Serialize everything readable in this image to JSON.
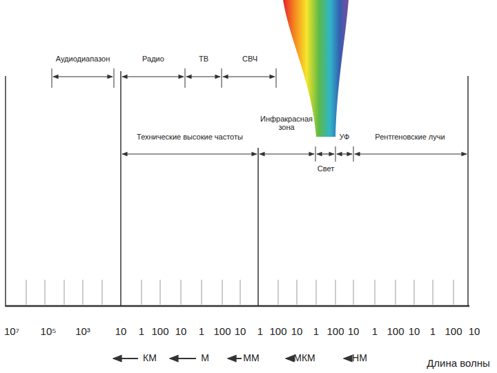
{
  "diagram": {
    "labels": [
      "Аудиодиапазон",
      "Радио",
      "ТВ",
      "СВЧ",
      "Инфракрасная зона",
      "Технические высокие частоты",
      "УФ",
      "Рентгеновские лучи",
      "Свет",
      "10⁷",
      "10⁵",
      "10³",
      "10",
      "1",
      "100",
      "10",
      "1",
      "100",
      "10",
      "1",
      "100",
      "10",
      "1",
      "100",
      "10",
      "1",
      "100",
      "10",
      "1",
      "100",
      "10",
      "КМ",
      "М",
      "ММ",
      "МКМ",
      "НМ",
      "Длина волны"
    ]
  }
}
